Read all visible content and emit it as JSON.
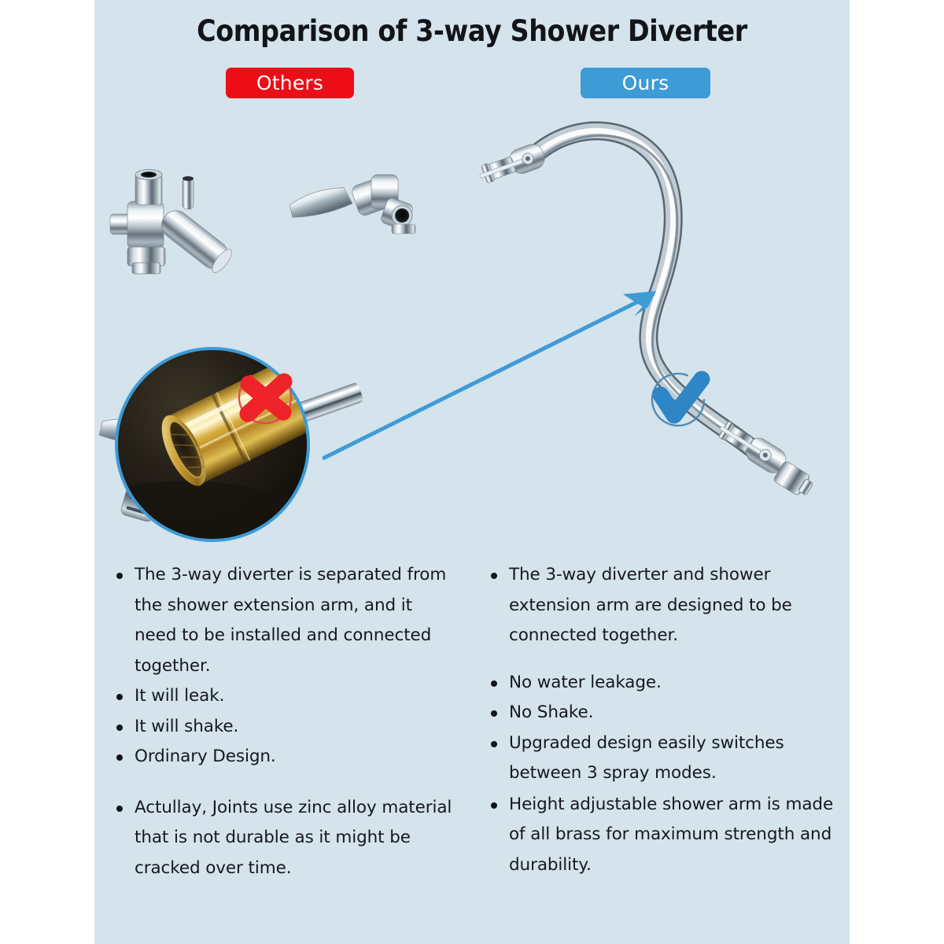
{
  "header": {
    "title": "Comparison of 3-way Shower Diverter",
    "badge_others": "Others",
    "badge_ours": "Ours",
    "color_others": "#ed0d16",
    "color_ours": "#3d9bd5"
  },
  "background": {
    "panel_color": "#d4e3ec",
    "page_color": "#ffffff"
  },
  "artwork": {
    "left_product_alt": "chrome 3-way shower diverter and separate straight shower extension arm",
    "right_product_alt": "curved chrome height adjustable shower extension arm with integrated diverter",
    "zoom_circle_alt": "close-up of polished brass pipe end on dark background",
    "cross_mark": "✘",
    "check_mark": "✔",
    "cross_color": "#ee2229",
    "check_color": "#3d9bd5",
    "arrow_color": "#3d9bd5"
  },
  "columns": {
    "left": {
      "heading": "Others",
      "groups": [
        [
          "The 3-way diverter is separated from the shower extension arm, and it need to be installed and connected together.",
          "It will leak.",
          "It will shake.",
          "Ordinary Design."
        ],
        [
          "Actullay, Joints use zinc alloy material that is not durable as it might be cracked over time."
        ]
      ]
    },
    "right": {
      "heading": "Ours",
      "groups": [
        [
          "The 3-way diverter and shower extension arm are designed to be connected together."
        ],
        [
          "No water leakage.",
          "No Shake.",
          "Upgraded design easily switches between 3 spray modes."
        ],
        [
          "Height adjustable shower arm is made of all brass for maximum strength and durability."
        ]
      ]
    }
  }
}
